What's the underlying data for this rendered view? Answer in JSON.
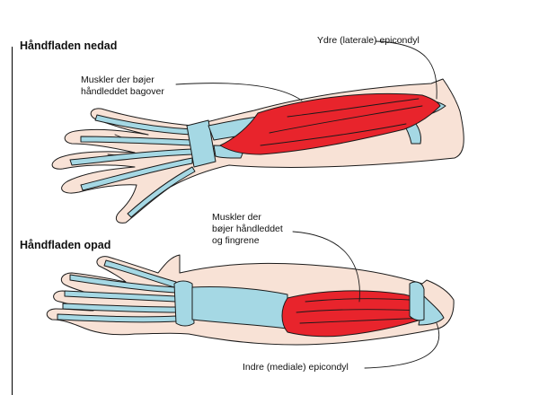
{
  "headings": {
    "palm_down": "Håndfladen nedad",
    "palm_up": "Håndfladen opad"
  },
  "labels": {
    "lateral_epicondyle": "Ydre (laterale) epicondyl",
    "extensors": [
      "Muskler der bøjer",
      "håndleddet bagover"
    ],
    "flexors": [
      "Muskler der",
      "bøjer håndleddet",
      "og fingrene"
    ],
    "medial_epicondyle": "Indre (mediale) epicondyl"
  },
  "colors": {
    "skin": "#f8e2d6",
    "muscle": "#e8242c",
    "tendon": "#a5d8e4",
    "outline": "#1a1a1a"
  }
}
